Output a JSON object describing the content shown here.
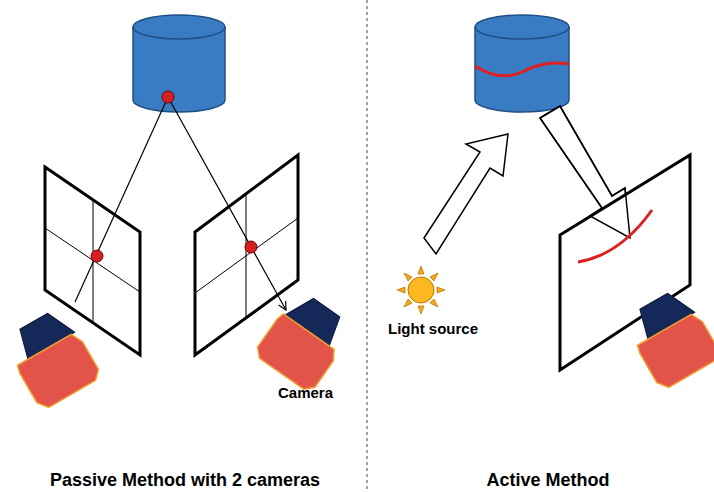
{
  "diagram": {
    "labels": [
      "Camera",
      "Light source",
      "Passive Method with 2 cameras",
      "Active Method"
    ]
  }
}
